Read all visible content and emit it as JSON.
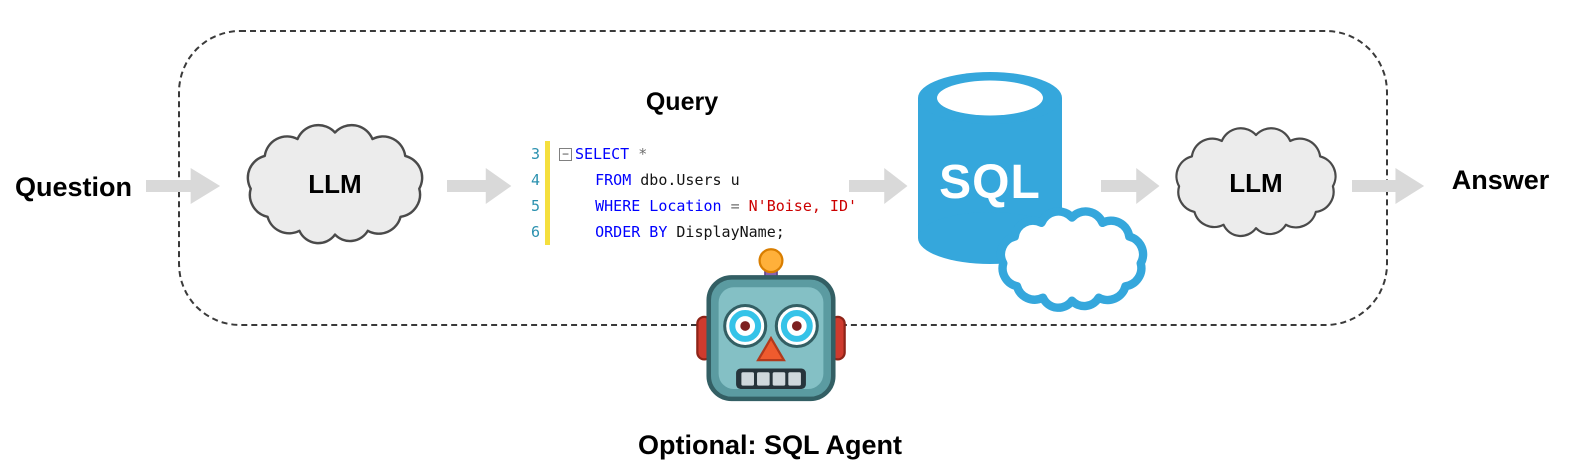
{
  "colors": {
    "keyword": "#0000ff",
    "identifier": "#141414",
    "operator": "#6e6e6e",
    "string": "#cc0000",
    "linenum": "#2b91af",
    "modbar": "#f5df3d",
    "azure_blue": "#35a7dc",
    "cloud_fill": "#ececec",
    "cloud_stroke": "#4a4a4a",
    "arrow_gray": "#d9d9d9"
  },
  "diagram": {
    "question_label": "Question",
    "llm_left_label": "LLM",
    "query_label": "Query",
    "sql_label": "SQL",
    "llm_right_label": "LLM",
    "answer_label": "Answer",
    "caption": "Optional: SQL Agent"
  },
  "code": {
    "lines": [
      {
        "number": "3",
        "collapse": "−",
        "tokens": [
          {
            "text": "SELECT"
          },
          {
            "text": " *"
          }
        ]
      },
      {
        "number": "4",
        "tokens": [
          {
            "text": "    FROM"
          },
          {
            "text": " dbo.Users u"
          }
        ]
      },
      {
        "number": "5",
        "tokens": [
          {
            "text": "    WHERE Location"
          },
          {
            "text": " = "
          },
          {
            "text": "N'Boise, ID'"
          }
        ]
      },
      {
        "number": "6",
        "tokens": [
          {
            "text": "    ORDER BY"
          },
          {
            "text": " DisplayName;"
          }
        ]
      }
    ]
  }
}
